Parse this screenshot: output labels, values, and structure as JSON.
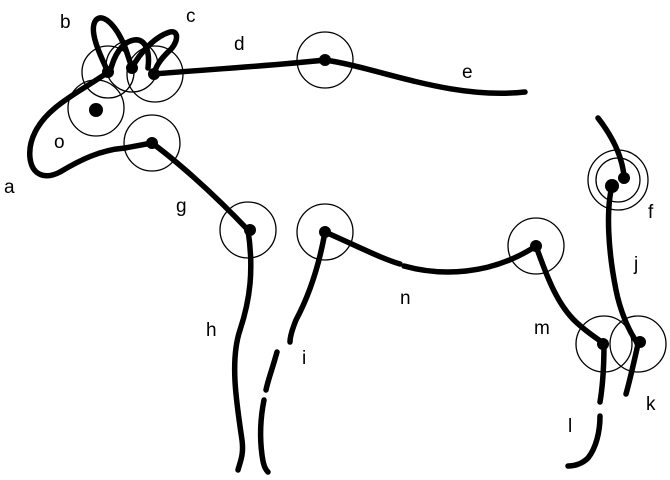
{
  "labels": {
    "a": "a",
    "b": "b",
    "c": "c",
    "d": "d",
    "e": "e",
    "f": "f",
    "g": "g",
    "h": "h",
    "i": "i",
    "j": "j",
    "k": "k",
    "l": "l",
    "m": "m",
    "n": "n",
    "o": "o"
  },
  "colors": {
    "ink": "#000000",
    "background": "#ffffff"
  }
}
